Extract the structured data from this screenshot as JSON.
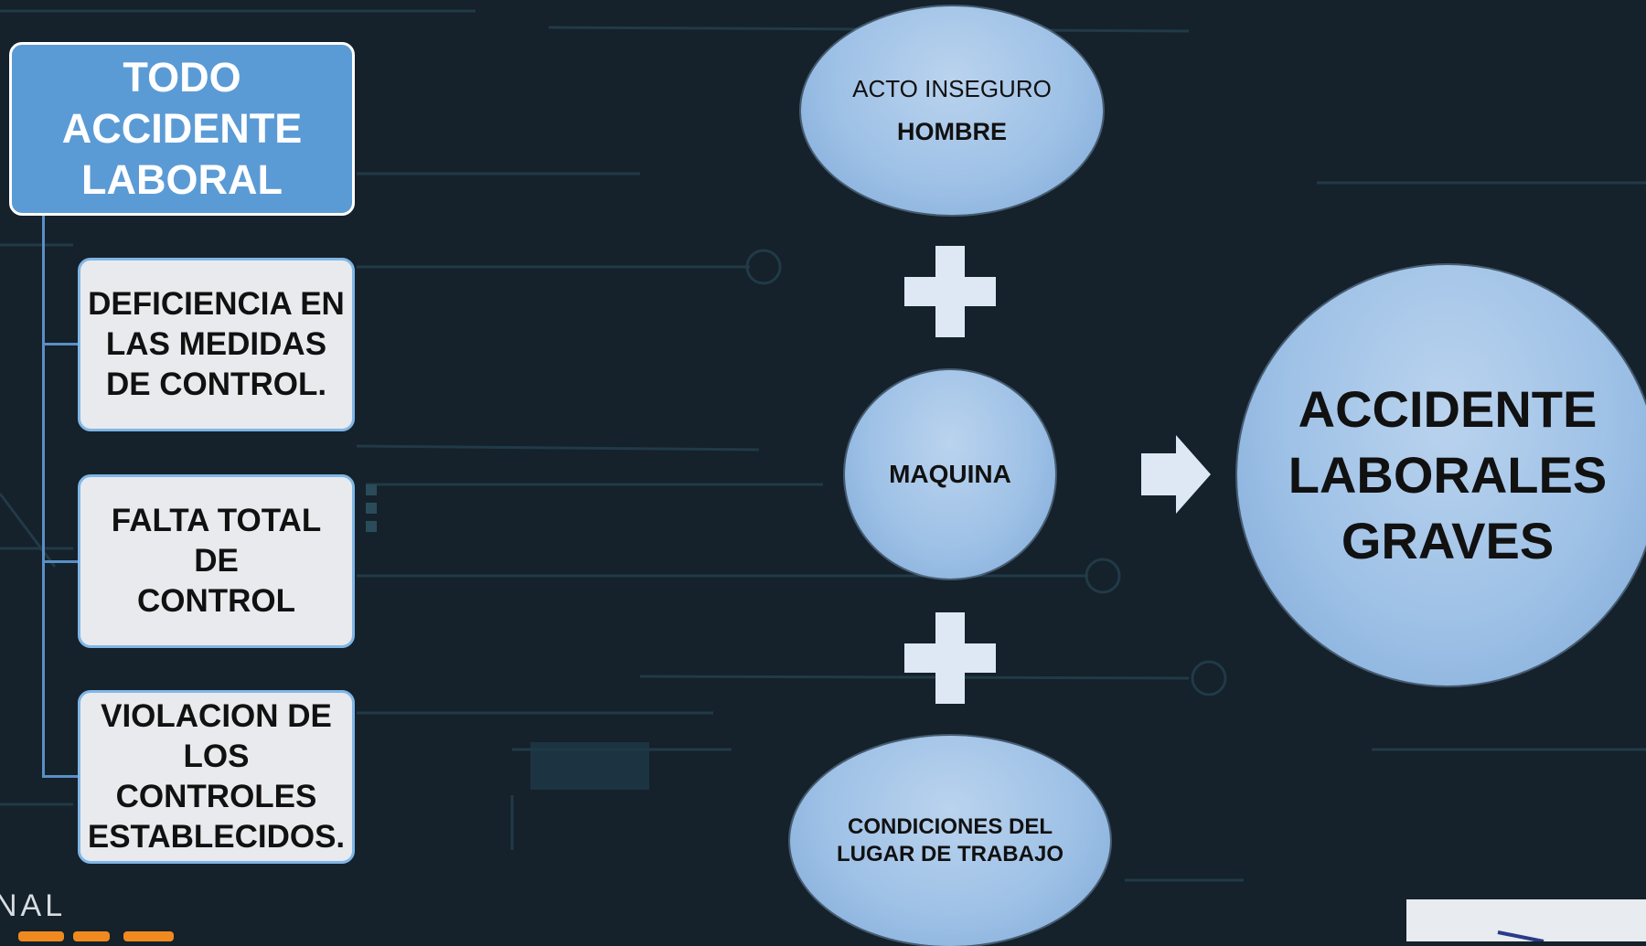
{
  "left_panel": {
    "title": [
      "TODO",
      "ACCIDENTE",
      "LABORAL"
    ],
    "causes": [
      [
        "DEFICIENCIA EN",
        "LAS MEDIDAS",
        "DE CONTROL."
      ],
      [
        "FALTA TOTAL DE",
        "CONTROL"
      ],
      [
        "VIOLACION  DE",
        "LOS  CONTROLES",
        "ESTABLECIDOS."
      ]
    ]
  },
  "factors": {
    "hombre": {
      "line1": "ACTO INSEGURO",
      "line2": "HOMBRE"
    },
    "maquina": {
      "label": "MAQUINA"
    },
    "condiciones": {
      "line1": "CONDICIONES DEL",
      "line2": "LUGAR DE TRABAJO"
    }
  },
  "result": {
    "lines": [
      "ACCIDENTE",
      "LABORALES",
      "GRAVES"
    ]
  },
  "logo": {
    "partial_text": "NAL"
  },
  "icons": {
    "plus": "plus-icon",
    "arrow": "arrow-right-icon"
  },
  "colors": {
    "background": "#15212b",
    "title_box": "#5b9bd5",
    "sub_box": "#e9eaed",
    "ellipse": "#9ec1e6",
    "connector": "#5a8fc6",
    "symbol": "#dde8f4"
  }
}
